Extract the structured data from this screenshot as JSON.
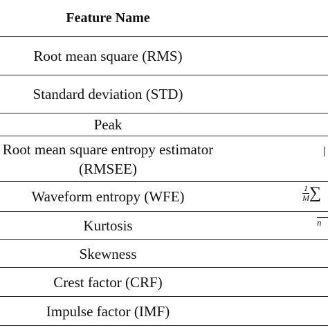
{
  "table": {
    "header": "Feature Name",
    "rows": [
      {
        "name": "Root mean square (RMS)"
      },
      {
        "name": "Standard deviation (STD)"
      },
      {
        "name": "Peak"
      },
      {
        "name_line1": "Root mean square entropy estimator",
        "name_line2": "(RMSEE)"
      },
      {
        "name": "Waveform entropy (WFE)"
      },
      {
        "name": "Kurtosis"
      },
      {
        "name": "Skewness"
      },
      {
        "name": "Crest factor (CRF)"
      },
      {
        "name": "Impulse factor (IMF)"
      }
    ],
    "formula_fragments": {
      "wfe_frac_num": "1",
      "wfe_frac_den": "M",
      "wfe_sigma": "∑",
      "kurtosis_fragment": "n"
    }
  }
}
